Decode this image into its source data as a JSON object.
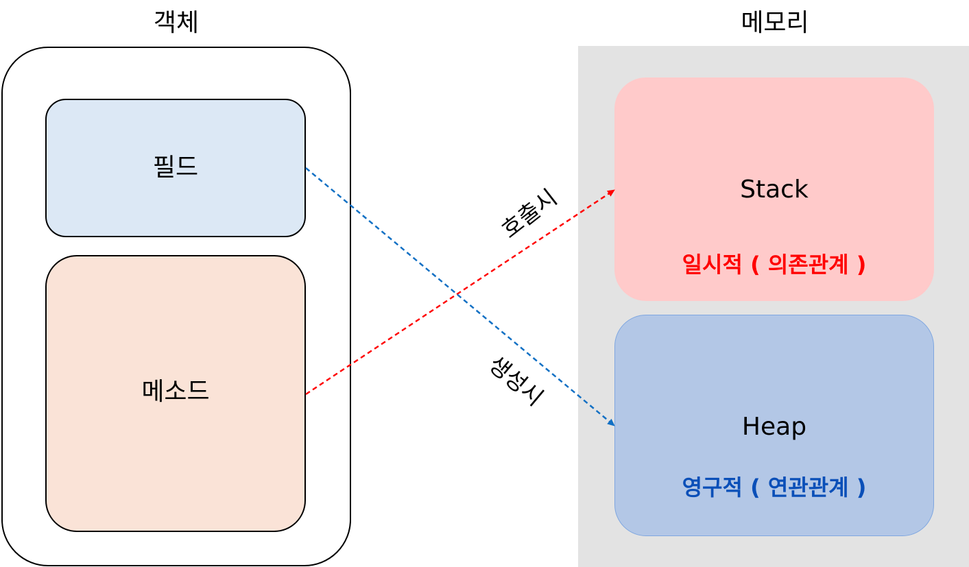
{
  "object": {
    "title": "객체",
    "field_label": "필드",
    "method_label": "메소드"
  },
  "memory": {
    "title": "메모리",
    "stack": {
      "name": "Stack",
      "description": "일시적 ( 의존관계 )",
      "color": "#ff0000"
    },
    "heap": {
      "name": "Heap",
      "description": "영구적 ( 연관관계 )",
      "color": "#0a4fb8"
    }
  },
  "arrows": {
    "method_to_stack": {
      "label": "호출시",
      "color": "#ff0000"
    },
    "field_to_heap": {
      "label": "생성시",
      "color": "#1170c4"
    }
  },
  "colors": {
    "field_fill": "#dce8f5",
    "method_fill": "#fae3d7",
    "memory_panel": "#e3e3e3",
    "stack_fill": "#ffcaca",
    "heap_fill": "#b3c7e6"
  }
}
